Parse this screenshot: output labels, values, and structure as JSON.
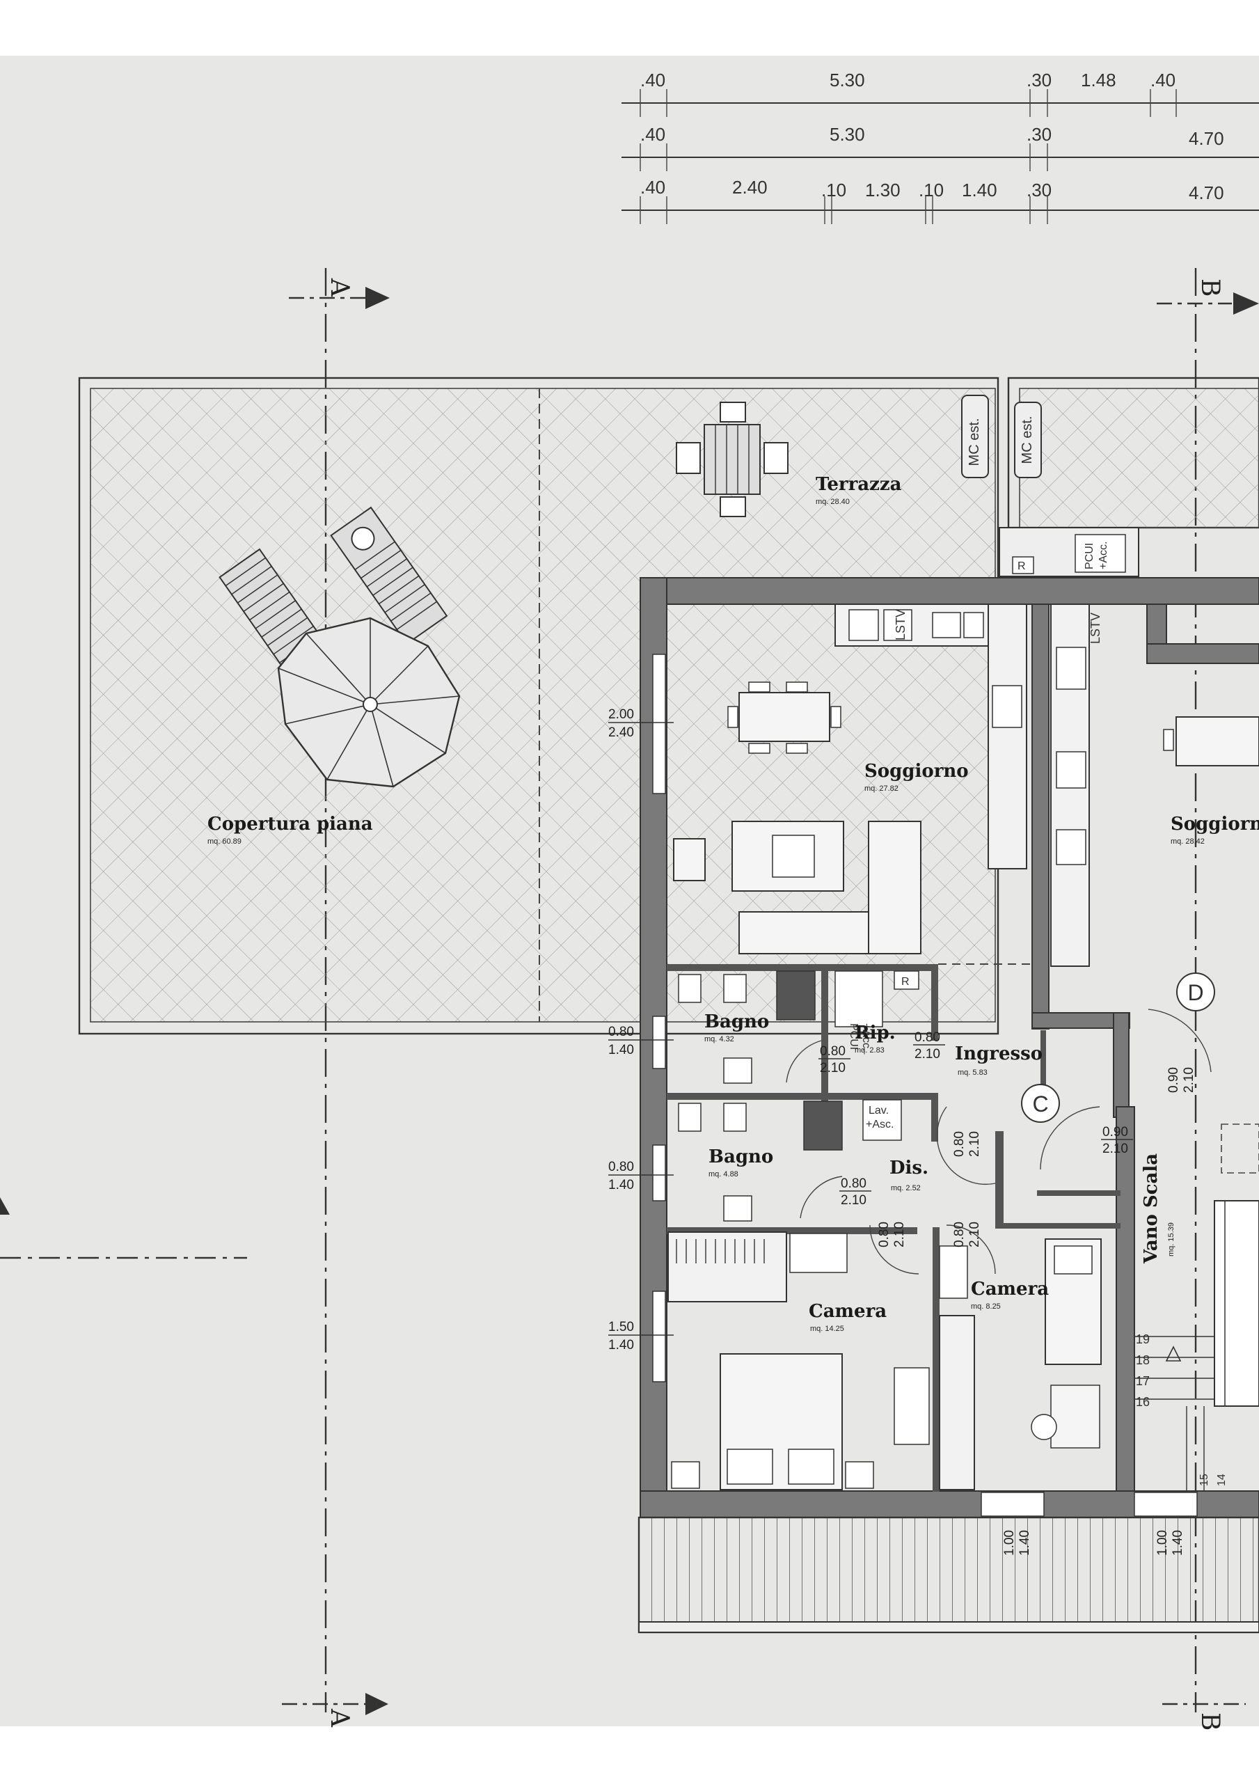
{
  "dimensions": {
    "row1": [
      ".40",
      "5.30",
      ".30",
      "1.48",
      ".40"
    ],
    "row2": [
      ".40",
      "5.30",
      ".30",
      "4.70"
    ],
    "row3": [
      ".40",
      "2.40",
      ".10",
      "1.30",
      ".10",
      "1.40",
      ".30",
      "4.70"
    ]
  },
  "section_marks": {
    "a": "A",
    "b": "B"
  },
  "rooms": {
    "terrazza": {
      "name": "Terrazza",
      "area": "mq. 28.40"
    },
    "copertura": {
      "name": "Copertura piana",
      "area": "mq. 60.89"
    },
    "soggiorno1": {
      "name": "Soggiorno",
      "area": "mq. 27.82"
    },
    "soggiorno2": {
      "name": "Soggiorno",
      "area": "mq. 28.42"
    },
    "bagno1": {
      "name": "Bagno",
      "area": "mq. 4.32"
    },
    "bagno2": {
      "name": "Bagno",
      "area": "mq. 4.88"
    },
    "rip": {
      "name": "Rip.",
      "area": "mq. 2.83"
    },
    "ingresso": {
      "name": "Ingresso",
      "area": "mq. 5.83"
    },
    "dis": {
      "name": "Dis.",
      "area": "mq. 2.52"
    },
    "camera1": {
      "name": "Camera",
      "area": "mq. 14.25"
    },
    "camera2": {
      "name": "Camera",
      "area": "mq. 8.25"
    },
    "vano": {
      "name": "Vano Scala",
      "area": "mq. 15.39"
    }
  },
  "units": {
    "c": "C",
    "d": "D"
  },
  "labels": {
    "mc_est": "MC est.",
    "pcui": "PCUI",
    "acc": "+Acc.",
    "r": "R",
    "lstv": "LSTV",
    "lav": "Lav.",
    "asc": "+Asc."
  },
  "openings": {
    "w1_top": "2.00",
    "w1_bot": "2.40",
    "w2_top": "0.80",
    "w2_bot": "1.40",
    "w3_top": "0.80",
    "w3_bot": "1.40",
    "w4_top": "1.50",
    "w4_bot": "1.40",
    "d_rip_top": "0.80",
    "d_rip_bot": "2.10",
    "d_ing_top": "0.80",
    "d_ing_bot": "2.10",
    "d_dis_top": "0.80",
    "d_dis_bot": "2.10",
    "d_vano_top": "0.90",
    "d_vano_bot": "2.10",
    "v_090": "0.90",
    "v_210": "2.10",
    "v_080": "0.80",
    "v_210b": "2.10",
    "v_080b": "0.80",
    "v_210c": "2.10",
    "v_080c": "0.80",
    "v_210d": "2.10",
    "b1_a": "1.00",
    "b1_b": "1.40",
    "b2_a": "1.00",
    "b2_b": "1.40"
  },
  "stairs": [
    "19",
    "18",
    "17",
    "16",
    "15",
    "14"
  ]
}
